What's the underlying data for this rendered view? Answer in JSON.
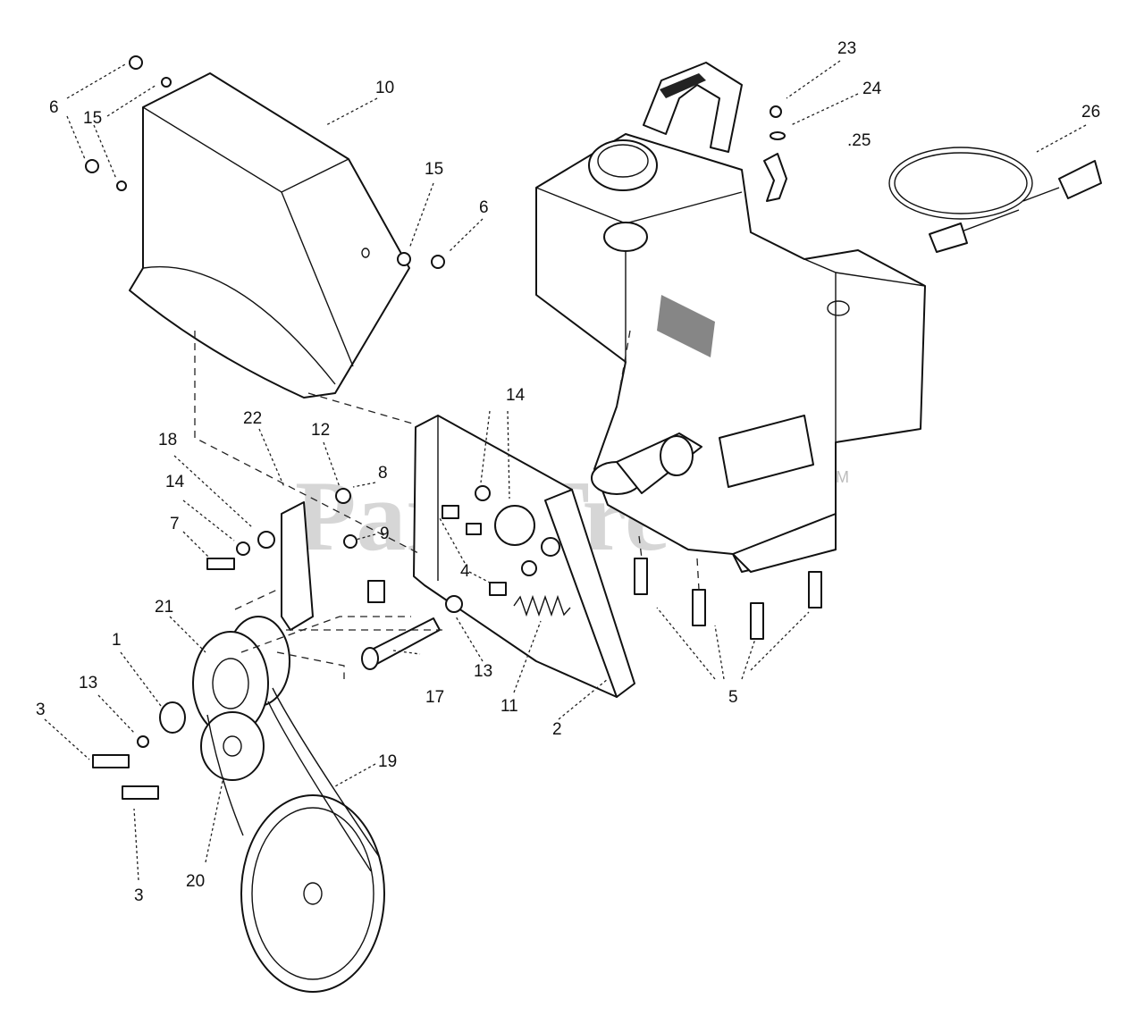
{
  "watermark": {
    "text": "PartsTree",
    "trademark": "TM"
  },
  "callouts": [
    {
      "id": "c23",
      "text": "23"
    },
    {
      "id": "c24",
      "text": "24"
    },
    {
      "id": "c25",
      "text": ".25"
    },
    {
      "id": "c26",
      "text": "26"
    },
    {
      "id": "c10",
      "text": "10"
    },
    {
      "id": "c6a",
      "text": "6"
    },
    {
      "id": "c15a",
      "text": "15"
    },
    {
      "id": "c15b",
      "text": "15"
    },
    {
      "id": "c6b",
      "text": "6"
    },
    {
      "id": "c14a",
      "text": "14"
    },
    {
      "id": "c22",
      "text": "22"
    },
    {
      "id": "c12",
      "text": "12"
    },
    {
      "id": "c18",
      "text": "18"
    },
    {
      "id": "c8",
      "text": "8"
    },
    {
      "id": "c14b",
      "text": "14"
    },
    {
      "id": "c7",
      "text": "7"
    },
    {
      "id": "c9",
      "text": "9"
    },
    {
      "id": "c4",
      "text": "4"
    },
    {
      "id": "c21",
      "text": "21"
    },
    {
      "id": "c1",
      "text": "1"
    },
    {
      "id": "c13a",
      "text": "13"
    },
    {
      "id": "c13b",
      "text": "13"
    },
    {
      "id": "c3a",
      "text": "3"
    },
    {
      "id": "c17",
      "text": "17"
    },
    {
      "id": "c11",
      "text": "11"
    },
    {
      "id": "c2",
      "text": "2"
    },
    {
      "id": "c5",
      "text": "5"
    },
    {
      "id": "c19",
      "text": "19"
    },
    {
      "id": "c20",
      "text": "20"
    },
    {
      "id": "c3b",
      "text": "3"
    }
  ]
}
